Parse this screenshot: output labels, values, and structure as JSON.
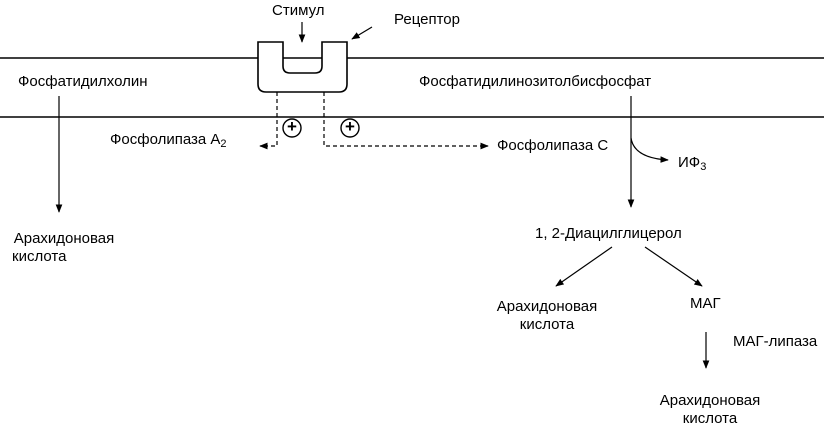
{
  "labels": {
    "stimulus": "Стимул",
    "receptor": "Рецептор",
    "phosphatidylcholine": "Фосфатидилхолин",
    "pip2": "Фосфатидилинозитолбисфосфат",
    "pla2_text": "Фосфолипаза  A",
    "pla2_sub": "2",
    "plc": "Фосфолипаза С",
    "ip3_text": "ИФ",
    "ip3_sub": "3",
    "arachidonic_left_line1": "Арахидоновая",
    "arachidonic_left_line2": "кислота",
    "dag": "1, 2-Диацилглицерол",
    "arachidonic_mid_line1": "Арахидоновая",
    "arachidonic_mid_line2": "кислота",
    "mag": "МАГ",
    "mag_lipase": "МАГ-липаза",
    "arachidonic_right_line1": "Арахидоновая",
    "arachidonic_right_line2": "кислота"
  },
  "symbols": {
    "activation": "+"
  },
  "colors": {
    "ink": "#000000",
    "background": "#ffffff"
  }
}
